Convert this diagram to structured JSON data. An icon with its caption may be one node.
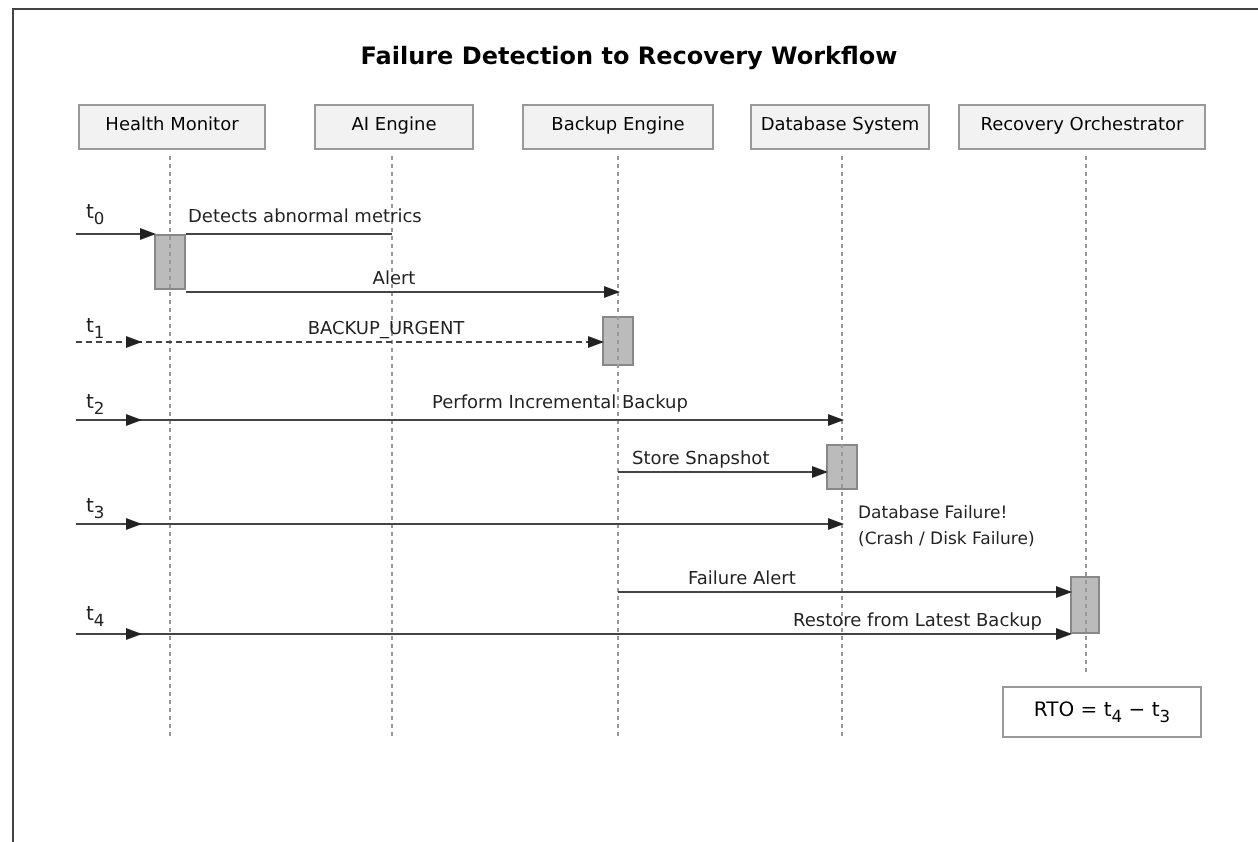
{
  "diagram": {
    "title": "Failure Detection to Recovery Workflow",
    "nodes": [
      {
        "text": [
          "Health Monitor"
        ]
      },
      {
        "text": [
          "AI Engine"
        ]
      },
      {
        "text": [
          "Backup Engine"
        ]
      },
      {
        "text": [
          "Database System"
        ]
      },
      {
        "text": [
          "Recovery Orchestrator"
        ]
      },
      {
        "text": [],
        "shape": "bar"
      },
      {
        "text": [],
        "shape": "bar"
      },
      {
        "text": [],
        "shape": "bar"
      },
      {
        "text": [],
        "shape": "bar"
      },
      {
        "text": [
          "RTO = t$_{4}$ − t$_{3}$"
        ]
      },
      {
        "text": [
          "t$_{0}$"
        ]
      },
      {
        "text": [
          "t$_{1}$"
        ]
      },
      {
        "text": [
          "t$_{2}$"
        ]
      },
      {
        "text": [
          "t$_{3}$"
        ]
      },
      {
        "text": [
          "t$_{4}$"
        ]
      },
      {
        "text": [],
        "shape": "line"
      },
      {
        "text": [],
        "shape": "line"
      },
      {
        "text": [],
        "shape": "line"
      },
      {
        "text": [],
        "shape": "line"
      },
      {
        "text": [],
        "shape": "line"
      }
    ],
    "edges": [
      {
        "from": 10,
        "to": 5,
        "arrow": "to"
      },
      {
        "from": 5,
        "to": 16,
        "arrow": "none",
        "label": "Detects abnormal metrics"
      },
      {
        "from": 5,
        "to": 17,
        "arrow": "to",
        "label": "Alert"
      },
      {
        "from": 11,
        "to": 6,
        "arrow": "to",
        "label": "BACKUP_URGENT",
        "style": "dashed"
      },
      {
        "from": 12,
        "to": 18,
        "arrow": "to",
        "label": "Perform Incremental Backup"
      },
      {
        "from": 17,
        "to": 7,
        "arrow": "to",
        "label": "Store Snapshot"
      },
      {
        "from": 13,
        "to": 18,
        "arrow": "to",
        "label": "Database Failure! (Crash / Disk Failure)"
      },
      {
        "from": 17,
        "to": 8,
        "arrow": "to",
        "label": "Failure Alert"
      },
      {
        "from": 14,
        "to": 8,
        "arrow": "to",
        "label": "Restore from Latest Backup"
      }
    ]
  }
}
